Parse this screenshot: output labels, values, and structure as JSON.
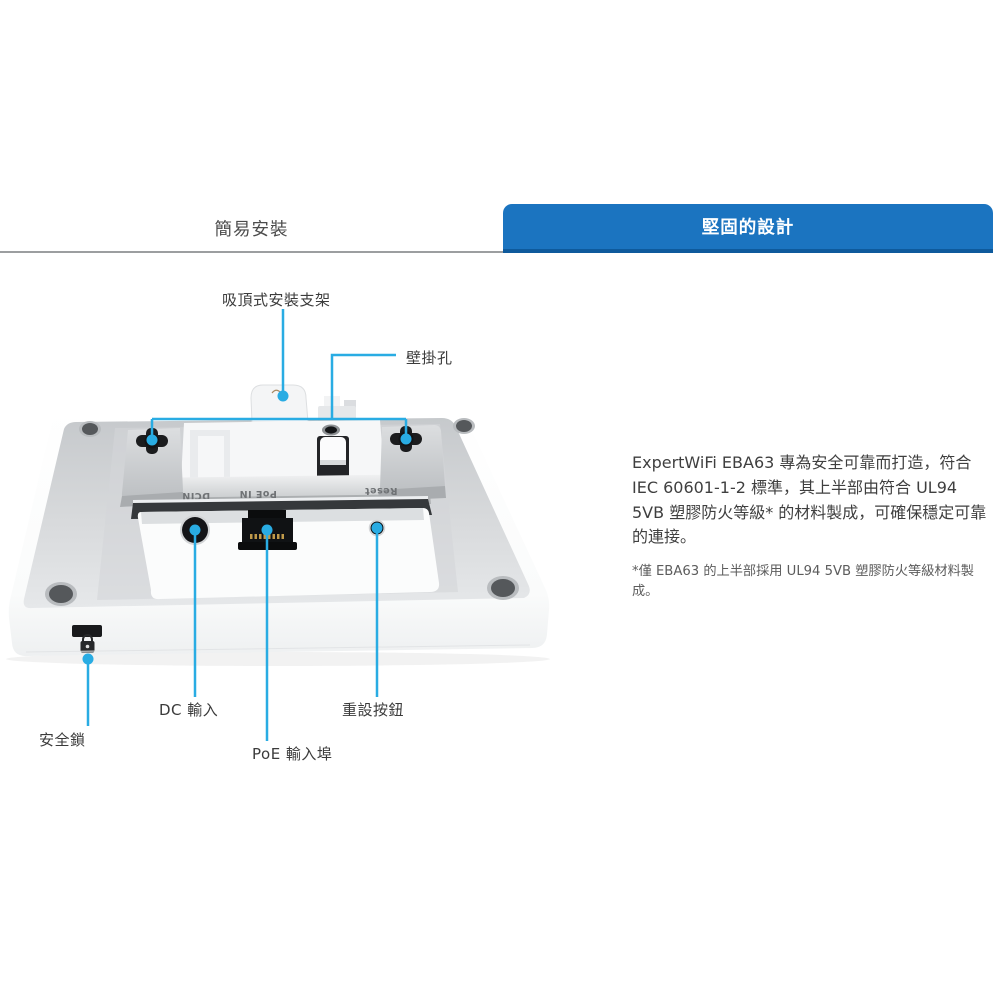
{
  "tabs": {
    "easy_install": {
      "label": "簡易安裝"
    },
    "robust_design": {
      "label": "堅固的設計"
    }
  },
  "callouts": {
    "ceiling_bracket": "吸頂式安裝支架",
    "wall_mount_hole": "壁掛孔",
    "dc_input": "DC 輸入",
    "poe_port": "PoE 輸入埠",
    "reset_button": "重設按鈕",
    "security_lock": "安全鎖"
  },
  "device": {
    "silkscreen": {
      "dc": "DCIN",
      "poe": "PoE IN",
      "reset": "Reset"
    }
  },
  "description": {
    "paragraph": "ExpertWiFi EBA63 專為安全可靠而打造，符合 IEC 60601-1-2 標準，其上半部由符合 UL94 5VB 塑膠防火等級* 的材料製成，可確保穩定可靠的連接。",
    "footnote": "*僅 EBA63 的上半部採用 UL94 5VB 塑膠防火等級材料製成。"
  },
  "colors": {
    "accent_blue": "#1B74C0",
    "accent_blue_dark": "#0E5A9C",
    "callout_cyan": "#29ACE3"
  }
}
